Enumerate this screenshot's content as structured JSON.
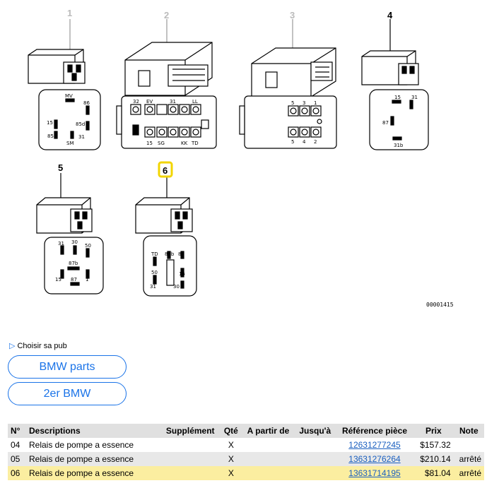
{
  "diagram": {
    "callouts": [
      "1",
      "2",
      "3",
      "4",
      "5",
      "6"
    ],
    "selected_callout": "6",
    "ref_code": "00001415",
    "relay1_pins": [
      "MV",
      "86",
      "15",
      "85d",
      "31",
      "85",
      "SM"
    ],
    "relay2_pins_top": [
      "32",
      "EV",
      "31",
      "LL"
    ],
    "relay2_pins_bottom": [
      "15",
      "SG",
      "KK",
      "TD"
    ],
    "relay3_pins_top": [
      "5",
      "3",
      "1"
    ],
    "relay3_pins_bottom": [
      "5",
      "4",
      "2"
    ],
    "relay4_pins": [
      "15",
      "31",
      "87",
      "31b"
    ],
    "relay5_pins": [
      "31",
      "30",
      "50",
      "87b",
      "15",
      "87",
      "1"
    ],
    "relay6_pins": [
      "TD",
      "87b",
      "87",
      "50",
      "15",
      "31",
      "30"
    ]
  },
  "adchoice": {
    "label": "Choisir sa pub",
    "icon": "adchoices-triangle-icon"
  },
  "buttons": {
    "bmw_parts": "BMW parts",
    "second_bmw": "2er BMW"
  },
  "table": {
    "headers": [
      "N°",
      "Descriptions",
      "Supplément",
      "Qté",
      "A partir de",
      "Jusqu'à",
      "Référence pièce",
      "Prix",
      "Note"
    ],
    "rows": [
      {
        "num": "04",
        "desc": "Relais de pompe a essence",
        "supp": "",
        "qty": "X",
        "from": "",
        "to": "",
        "ref": "12631277245",
        "price": "$157.32",
        "note": ""
      },
      {
        "num": "05",
        "desc": "Relais de pompe a essence",
        "supp": "",
        "qty": "X",
        "from": "",
        "to": "",
        "ref": "13631276264",
        "price": "$210.14",
        "note": "arrêté"
      },
      {
        "num": "06",
        "desc": "Relais de pompe a essence",
        "supp": "",
        "qty": "X",
        "from": "",
        "to": "",
        "ref": "13631714195",
        "price": "$81.04",
        "note": "arrêté"
      }
    ],
    "highlight_color": "#fbeea0"
  },
  "colors": {
    "link": "#1a5fbf",
    "accent": "#1a73e8",
    "callout_highlight": "#f2d500"
  }
}
